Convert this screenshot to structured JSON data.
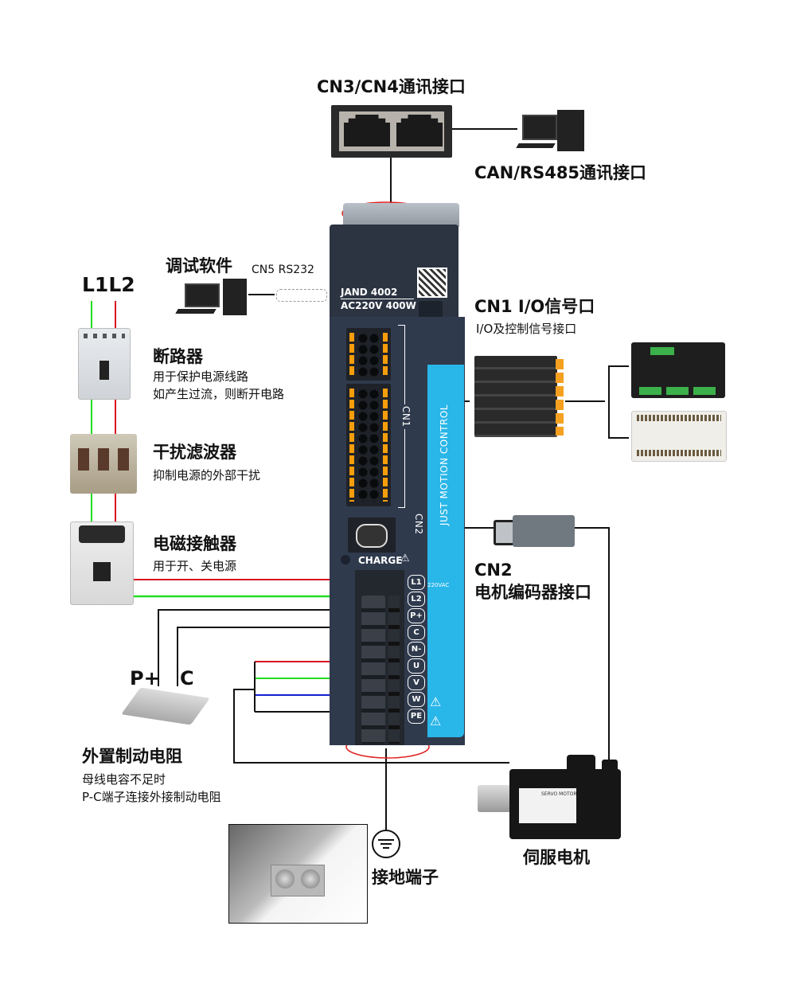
{
  "top": {
    "comm_title": "CN3/CN4通讯接口",
    "can_title": "CAN/RS485通讯接口"
  },
  "debug": {
    "title": "调试软件",
    "port": "CN5 RS232"
  },
  "power": {
    "label": "L1L2",
    "breaker": {
      "title": "断路器",
      "desc1": "用于保护电源线路",
      "desc2": "如产生过流，则断开电路"
    },
    "filter": {
      "title": "干扰滤波器",
      "desc": "抑制电源的外部干扰"
    },
    "contactor": {
      "title": "电磁接触器",
      "desc": "用于开、关电源"
    }
  },
  "driver": {
    "model": "JAND 4002",
    "rating": "AC220V 400W",
    "brand_strip": "JUST MOTION CONTROL",
    "cn1_label": "CN1",
    "cn2_label": "CN2",
    "charge_label": "CHARGE",
    "vac_label": "220VAC",
    "terminals": [
      "L1",
      "L2",
      "P+",
      "C",
      "N-",
      "U",
      "V",
      "W",
      "PE"
    ]
  },
  "cn1": {
    "title": "CN1  I/O信号口",
    "desc": "I/O及控制信号接口"
  },
  "cn2": {
    "title_line1": "CN2",
    "title_line2": "电机编码器接口"
  },
  "resistor": {
    "p_label": "P+",
    "c_label": "C",
    "title": "外置制动电阻",
    "desc1": "母线电容不足时",
    "desc2": "P-C端子连接外接制动电阻"
  },
  "motor": {
    "title": "伺服电机",
    "nameplate": "SERVO MOTOR"
  },
  "ground": {
    "title": "接地端子"
  },
  "colors": {
    "wire_red": "#d81020",
    "wire_green": "#22dd22",
    "wire_blue": "#1020d0",
    "wire_black": "#111111",
    "driver_body": "#2f3a4d",
    "strip_blue": "#29b6e8",
    "pin_orange": "#f59d0b",
    "highlight_ellipse": "#e02020"
  }
}
